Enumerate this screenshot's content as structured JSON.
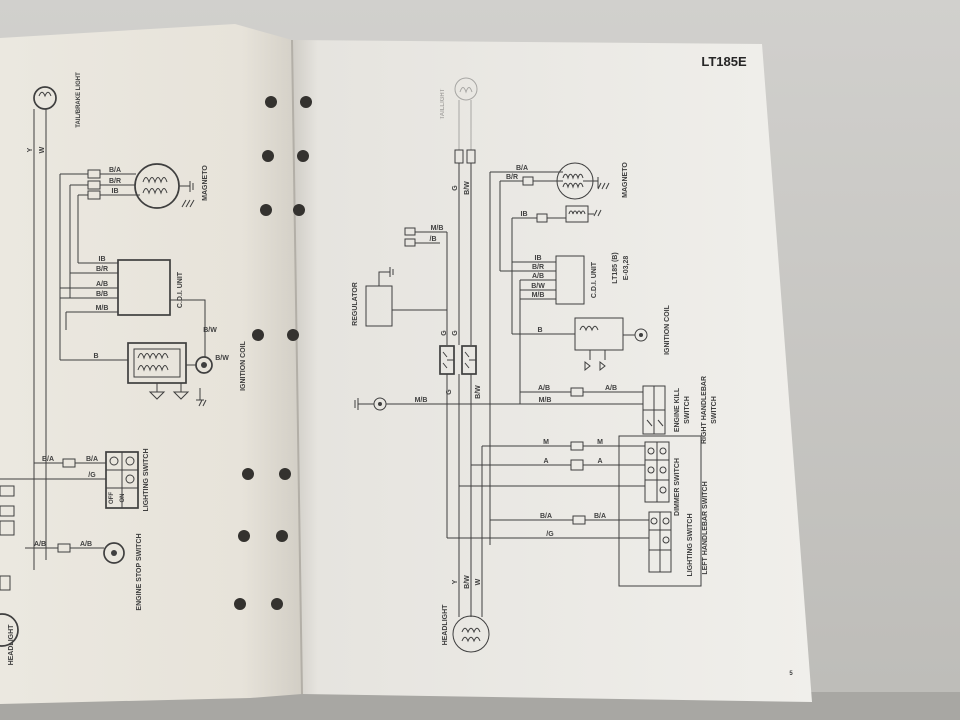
{
  "colors": {
    "ink": "#3f3f3f",
    "hole": "#34322f"
  },
  "right_page": {
    "header": "LT185E",
    "page_number": "5",
    "taillight": {
      "label": "TAILLIGHT",
      "wires": [
        "G",
        "B/W"
      ]
    },
    "magneto": {
      "label": "MAGNETO",
      "wires": [
        "B/A",
        "B/R"
      ]
    },
    "pickup": {
      "wire": "IB"
    },
    "aux_connectors": {
      "wires": [
        "M/B",
        "/B"
      ]
    },
    "regulator": {
      "label": "REGULATOR",
      "wires": [
        "G",
        "G"
      ]
    },
    "cdi_unit": {
      "label": "C.D.I. UNIT",
      "wires": [
        "IB",
        "B/R",
        "A/B",
        "B/W",
        "M/B"
      ],
      "model_note": "LT185 (B)",
      "region_note": "E-03,28"
    },
    "ignition_coil": {
      "label": "IGNITION COIL",
      "wire": "B"
    },
    "junction": {
      "wires": [
        "G",
        "B/W"
      ]
    },
    "engine_kill_switch": {
      "label_lines": [
        "ENGINE KILL",
        "SWITCH"
      ],
      "wire_ab": [
        "A/B",
        "A/B"
      ],
      "wire_mb": [
        "M/B",
        "M/B"
      ]
    },
    "right_handlebar_switch": {
      "label_lines": [
        "RIGHT HANDLEBAR",
        "SWITCH"
      ]
    },
    "dimmer_switch": {
      "label": "DIMMER SWITCH",
      "wire_m": [
        "M",
        "M"
      ],
      "wire_a": [
        "A",
        "A"
      ]
    },
    "lighting_switch": {
      "label": "LIGHTING SWITCH",
      "wire_ba": [
        "B/A",
        "B/A"
      ],
      "wire_g": "/G"
    },
    "left_handlebar_switch": {
      "label": "LEFT HANDLEBAR SWITCH"
    },
    "headlight": {
      "label": "HEADLIGHT",
      "wires": [
        "Y",
        "B/W",
        "W"
      ]
    }
  },
  "left_page": {
    "tail_brake_light": {
      "label": "TAIL/BRAKE LIGHT",
      "wires": [
        "Y",
        "W"
      ]
    },
    "magneto": {
      "label": "MAGNETO",
      "wires": [
        "B/A",
        "B/R",
        "IB"
      ]
    },
    "cdi_unit": {
      "label": "C.D.I. UNIT",
      "wires": [
        "IB",
        "B/R",
        "A/B",
        "B/B",
        "M/B"
      ]
    },
    "ignition_coil": {
      "label": "IGNITION COIL",
      "wire_in": "B",
      "wire_top": "B/W",
      "wire_plug": "B/W"
    },
    "lighting_switch": {
      "label": "LIGHTING SWITCH",
      "positions": [
        "OFF",
        "ON"
      ],
      "wires": [
        "B/A",
        "B/A",
        "/G"
      ]
    },
    "engine_stop_switch": {
      "label": "ENGINE STOP SWITCH",
      "wires": [
        "A/B",
        "A/B"
      ]
    },
    "headlight": {
      "label": "HEADLIGHT"
    }
  }
}
